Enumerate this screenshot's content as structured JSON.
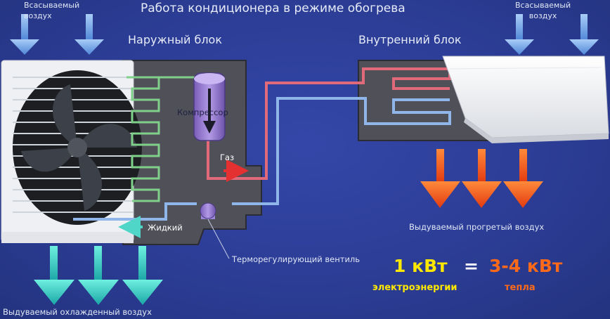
{
  "title": "Работа кондиционера в режиме обогрева",
  "labels": {
    "intake_left": [
      "Всасываемый",
      "воздух"
    ],
    "intake_right": [
      "Всасываемый",
      "воздух"
    ],
    "outdoor_unit": "Наружный блок",
    "indoor_unit": "Внутренний блок",
    "compressor": "Компрессор",
    "gas": "Газ",
    "liquid": "Жидкий",
    "valve": "Терморегулирующий вентиль",
    "warm_air": "Выдуваемый прогретый воздух",
    "cool_air": "Выдуваемый охлажденный воздух"
  },
  "equation": {
    "left_value": "1 кВт",
    "sign": "=",
    "right_value": "3-4 кВт",
    "left_caption": "электроэнергии",
    "right_caption": "тепла"
  },
  "colors": {
    "background": "#2c3d96",
    "hot_pipe": "#e06a7a",
    "cold_pipe": "#8fb6e8",
    "coil_green": "#7fd08a",
    "warm_arrow": "#ff5a1a",
    "cool_arrow": "#39d3c9",
    "intake_arrow": "#7fb4ee",
    "highlight_yellow": "#ffe800",
    "highlight_orange": "#ff6a1a"
  }
}
